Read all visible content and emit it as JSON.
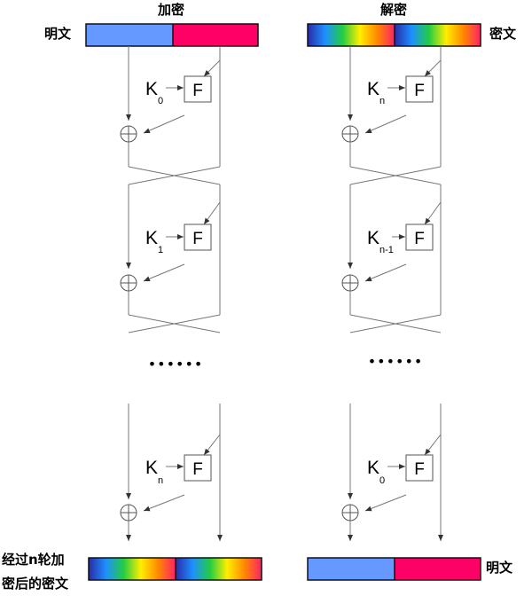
{
  "encrypt": {
    "title": "加密",
    "input_label": "明文",
    "output_label_line1": "经过n轮加",
    "output_label_line2": "密后的密文",
    "round_keys": [
      {
        "k": "K",
        "sub": "0"
      },
      {
        "k": "K",
        "sub": "1"
      },
      {
        "k": "K",
        "sub": "n"
      }
    ]
  },
  "decrypt": {
    "title": "解密",
    "input_label": "密文",
    "output_label": "明文",
    "round_keys": [
      {
        "k": "K",
        "sub": "n"
      },
      {
        "k": "K",
        "sub": "n-1"
      },
      {
        "k": "K",
        "sub": "0"
      }
    ]
  },
  "function_label": "F",
  "ellipsis": "••••••",
  "colors": {
    "plaintext_left": "#6699ff",
    "plaintext_right": "#ff0066",
    "wire": "#777777"
  }
}
